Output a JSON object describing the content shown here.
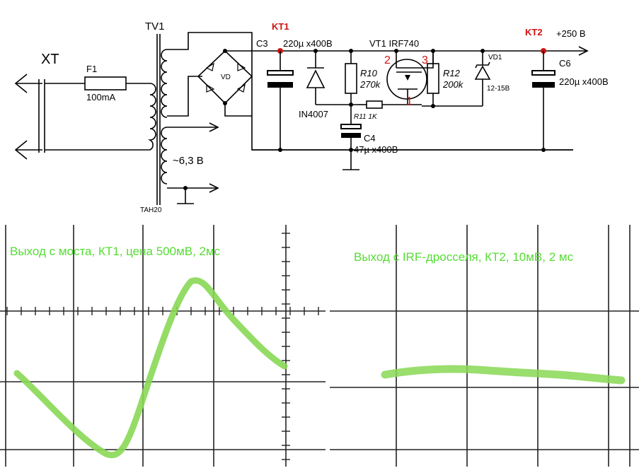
{
  "schematic": {
    "connector": "XT",
    "fuse": {
      "ref": "F1",
      "value": "100mA"
    },
    "transformer": {
      "ref": "TV1",
      "type": "TAH20",
      "secondary": "~6,3 B"
    },
    "bridge": "VD",
    "c3": {
      "ref": "C3",
      "value": "220µ x400B"
    },
    "kt1": "KT1",
    "kt2": "KT2",
    "diode": "IN4007",
    "r10": {
      "ref": "R10",
      "value": "270k"
    },
    "r11": "R11  1K",
    "c4": {
      "ref": "C4",
      "value": "47µ x400B"
    },
    "vt1": "VT1 IRF740",
    "pins": {
      "gate": "1",
      "drain": "2",
      "source": "3"
    },
    "r12": {
      "ref": "R12",
      "value": "200k"
    },
    "vd1": {
      "ref": "VD1",
      "value": "12-15B"
    },
    "c6": {
      "ref": "C6",
      "value": "220µ x400B"
    },
    "output": "+250 B"
  },
  "scopes": [
    {
      "caption": "Выход с моста, КТ1, цена 500мВ, 2мс",
      "trace_color": "#88d855"
    },
    {
      "caption": "Выход с IRF-дросселя, КТ2,   10мВ, 2 мс",
      "trace_color": "#88d855"
    }
  ]
}
